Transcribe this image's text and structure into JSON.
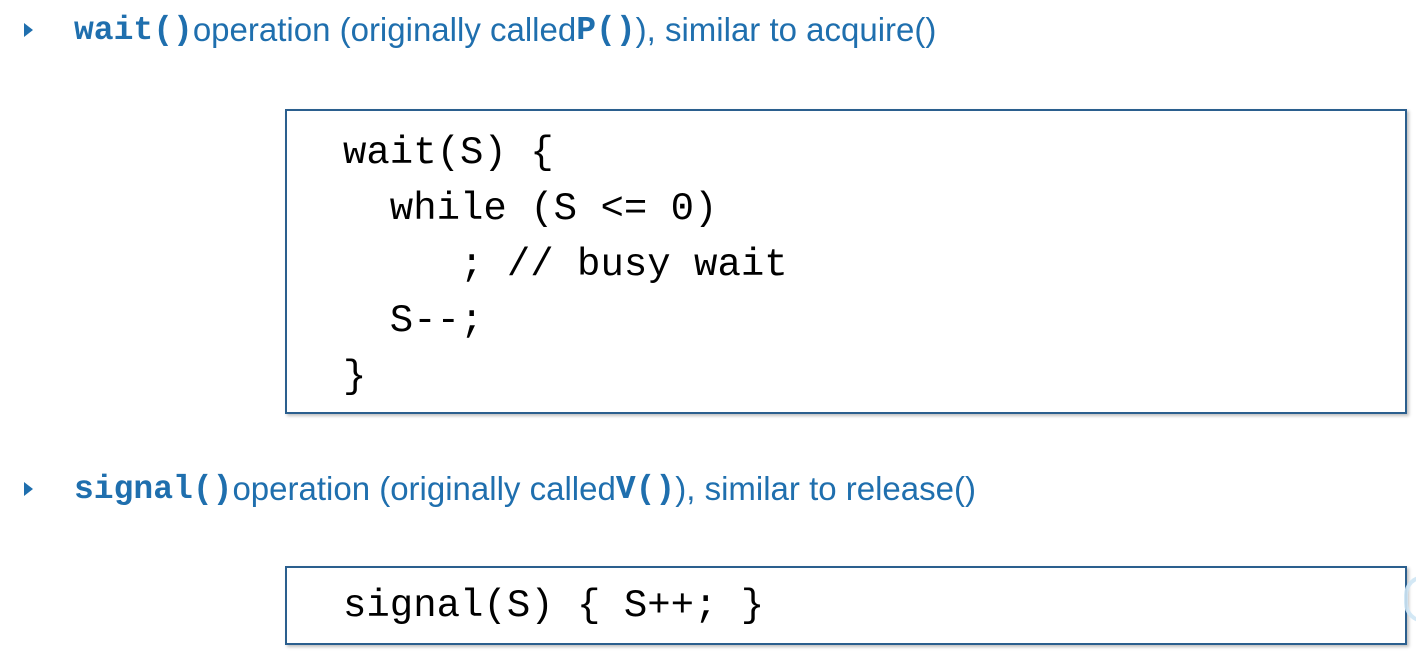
{
  "bullets": [
    {
      "code_name": "wait()",
      "text_a": " operation (originally called ",
      "code_alt": "P()",
      "text_b": "), similar to acquire()"
    },
    {
      "code_name": "signal()",
      "text_a": " operation (originally called ",
      "code_alt": "V()",
      "text_b": "), similar to release()"
    }
  ],
  "wait_code": {
    "lines": [
      "wait(S) {",
      "  while (S <= 0)",
      "     ; // busy wait",
      "  S--;",
      "}"
    ]
  },
  "signal_code": {
    "lines": [
      "signal(S) { S++; }"
    ]
  },
  "colors": {
    "accent": "#1f6fae",
    "code_border": "#2b5f8e",
    "code_text": "#000000"
  },
  "icons": {
    "bullet": "triangle-right-icon"
  }
}
